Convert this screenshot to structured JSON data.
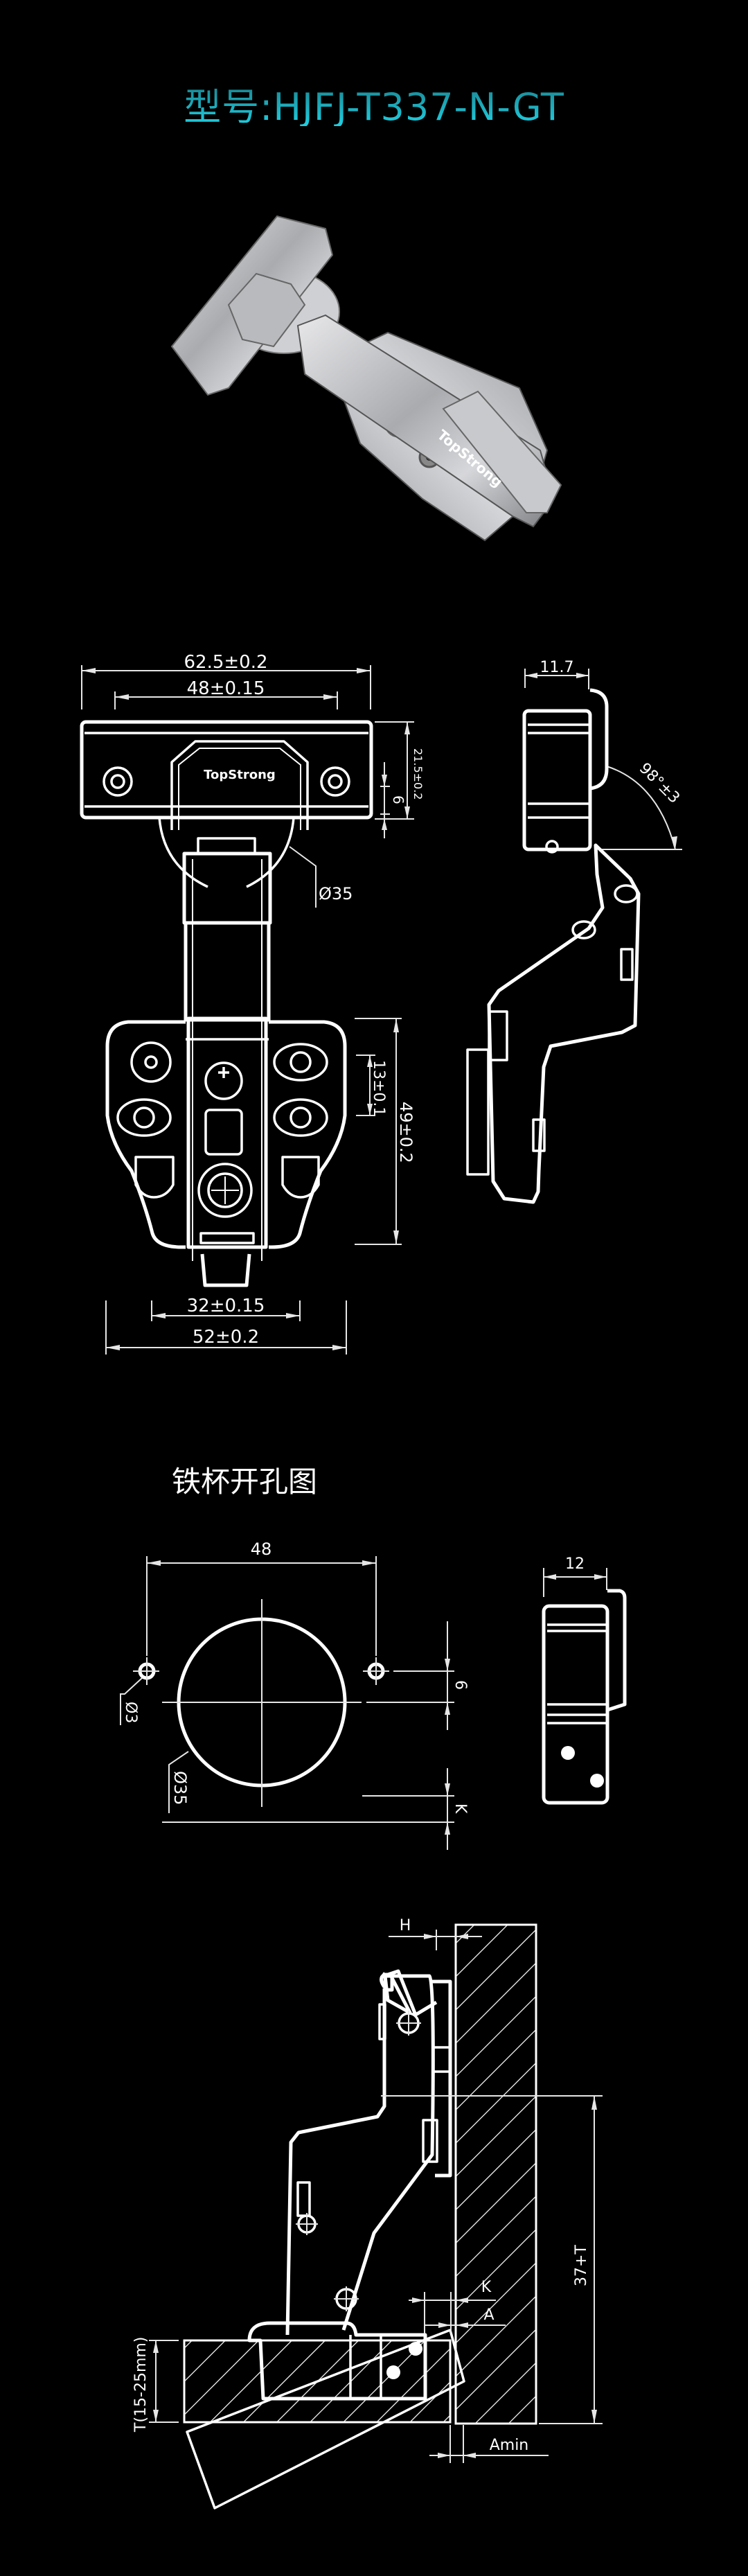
{
  "header": {
    "title": "型号:HJFJ-T337-N-GT",
    "accent_color": "#1fc6d6"
  },
  "product_photo": {
    "description": "hydraulic soft-close concealed cabinet hinge",
    "brand_mark": "TopStrong"
  },
  "front_view": {
    "brand_mark": "TopStrong",
    "dimensions": {
      "overall_width": "62.5±0.2",
      "hole_spacing": "48±0.15",
      "cup_height": "21.5±0.2",
      "hole_offset": "6",
      "cup_diameter": "Ø35",
      "plate_slot": "13±0.1",
      "plate_height": "49±0.2",
      "plate_hole_spacing": "32±0.15",
      "plate_width": "52±0.2"
    }
  },
  "side_view": {
    "dimensions": {
      "cup_depth": "11.7",
      "opening_angle": "98°±3"
    }
  },
  "drilling_section": {
    "title": "铁杯开孔图",
    "dimensions": {
      "hole_spacing": "48",
      "screw_hole_diameter": "Ø3",
      "cup_hole_diameter": "Ø35",
      "hole_offset": "6",
      "edge_distance": "K",
      "cup_depth": "12"
    }
  },
  "installation_section": {
    "dimensions": {
      "overlay": "H",
      "edge_distance": "K",
      "gap": "A",
      "min_gap": "Amin",
      "height": "37+T",
      "door_thickness": "T(15-25mm)"
    }
  }
}
